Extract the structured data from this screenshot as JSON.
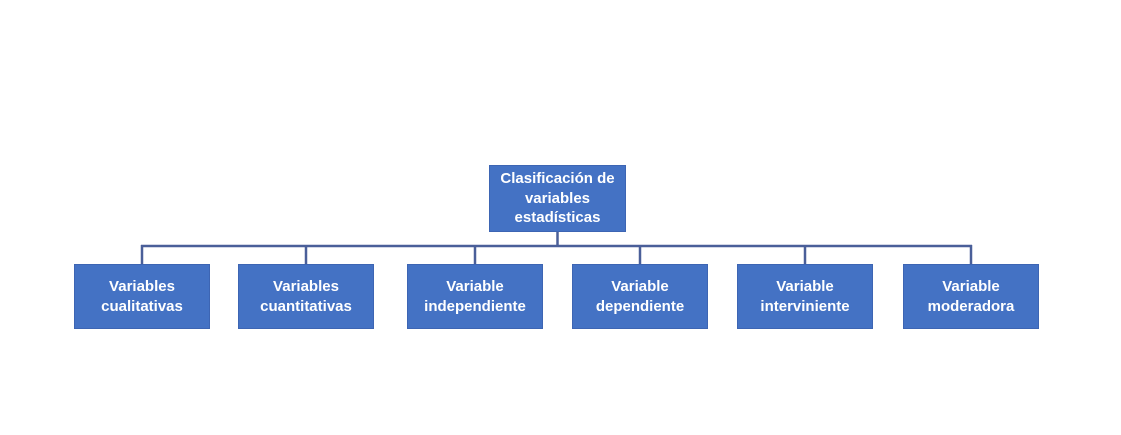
{
  "diagram": {
    "title": "Clasificación de variables estadísticas",
    "root": {
      "label": "Clasificación de variables estadísticas"
    },
    "children": [
      {
        "label": "Variables cualitativas"
      },
      {
        "label": "Variables cuantitativas"
      },
      {
        "label": "Variable independiente"
      },
      {
        "label": "Variable dependiente"
      },
      {
        "label": "Variable interviniente"
      },
      {
        "label": "Variable moderadora"
      }
    ],
    "colors": {
      "box_fill": "#4472C4",
      "box_border": "#3D65B3",
      "box_text": "#FFFFFF",
      "connector": "#4A5F99",
      "background": "#FFFFFF"
    }
  }
}
